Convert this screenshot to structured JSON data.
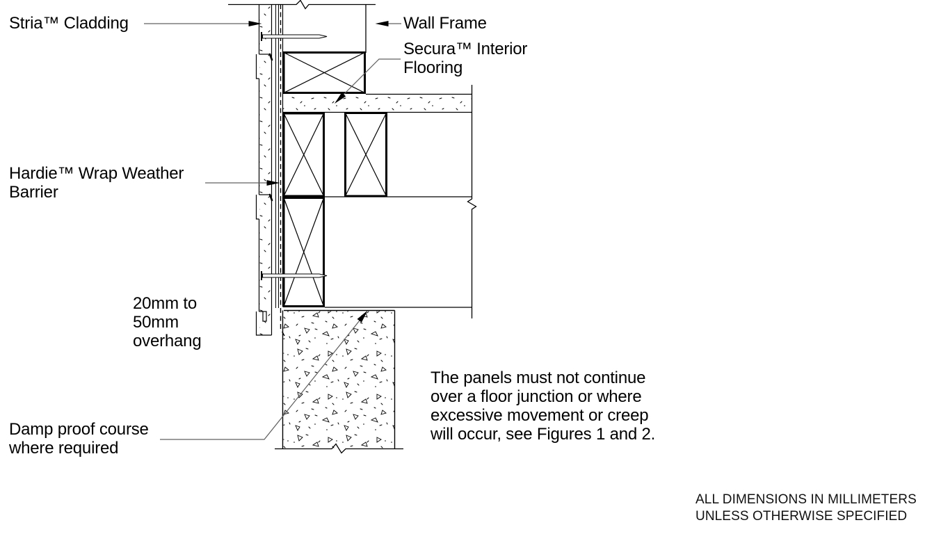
{
  "labels": {
    "stria": "Stria™ Cladding",
    "wall_frame": "Wall Frame",
    "secura": [
      "Secura™ Interior",
      "Flooring"
    ],
    "hardie_wrap": [
      "Hardie™ Wrap Weather",
      "Barrier"
    ],
    "overhang": [
      "20mm to",
      "50mm",
      "overhang"
    ],
    "damp_proof": [
      "Damp proof course",
      "where required"
    ]
  },
  "note": [
    "The panels must not continue",
    "over a floor junction or where",
    "excessive movement or creep",
    "will occur, see Figures 1 and 2."
  ],
  "footer": [
    "ALL DIMENSIONS IN MILLIMETERS",
    "UNLESS OTHERWISE SPECIFIED"
  ],
  "colors": {
    "line": "#000000",
    "leader": "#606060",
    "background": "#ffffff"
  }
}
